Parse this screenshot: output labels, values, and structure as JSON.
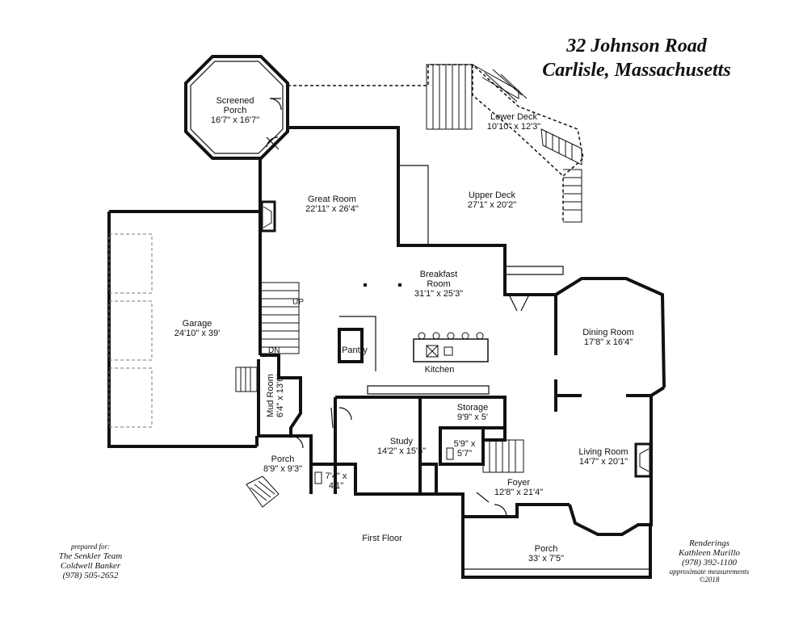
{
  "title": {
    "line1": "32 Johnson Road",
    "line2": "Carlisle, Massachusetts"
  },
  "floor_label": "First Floor",
  "rooms": [
    {
      "id": "screened-porch",
      "name": "Screened\nPorch",
      "dims": "16'7\" x 16'7\""
    },
    {
      "id": "lower-deck",
      "name": "Lower Deck",
      "dims": "10'10\" x 12'3\""
    },
    {
      "id": "great-room",
      "name": "Great Room",
      "dims": "22'11\" x 26'4\""
    },
    {
      "id": "upper-deck",
      "name": "Upper Deck",
      "dims": "27'1\" x 20'2\""
    },
    {
      "id": "breakfast-room",
      "name": "Breakfast\nRoom",
      "dims": "31'1\" x 25'3\""
    },
    {
      "id": "kitchen",
      "name": "Kitchen",
      "dims": ""
    },
    {
      "id": "garage",
      "name": "Garage",
      "dims": "24'10\" x 39'"
    },
    {
      "id": "pantry",
      "name": "Pantry",
      "dims": ""
    },
    {
      "id": "dining-room",
      "name": "Dining Room",
      "dims": "17'8\" x 16'4\""
    },
    {
      "id": "mud-room",
      "name": "Mud Room",
      "dims": "6'4\" x 13'6\""
    },
    {
      "id": "storage",
      "name": "Storage",
      "dims": "9'9\" x 5'"
    },
    {
      "id": "study",
      "name": "Study",
      "dims": "14'2\" x 15'5\""
    },
    {
      "id": "bath-1",
      "name": "",
      "dims": "5'9\" x\n5'7\""
    },
    {
      "id": "living-room",
      "name": "Living Room",
      "dims": "14'7\" x 20'1\""
    },
    {
      "id": "side-porch",
      "name": "Porch",
      "dims": "8'9\" x 9'3\""
    },
    {
      "id": "bath-2",
      "name": "",
      "dims": "7'4\" x\n4'1\""
    },
    {
      "id": "foyer",
      "name": "Foyer",
      "dims": "12'8\" x 21'4\""
    },
    {
      "id": "front-porch",
      "name": "Porch",
      "dims": "33' x 7'5\""
    }
  ],
  "stair_markers": {
    "up": "UP",
    "dn": "DN"
  },
  "credits_left": {
    "line1": "prepared for:",
    "line2": "The Senkler Team",
    "line3": "Coldwell Banker",
    "line4": "(978) 505-2652"
  },
  "credits_right": {
    "line1": "Renderings",
    "line2": "Kathleen Murillo",
    "line3": "(978) 392-1100",
    "line4": "approximate measurements",
    "line5": "©2018"
  }
}
